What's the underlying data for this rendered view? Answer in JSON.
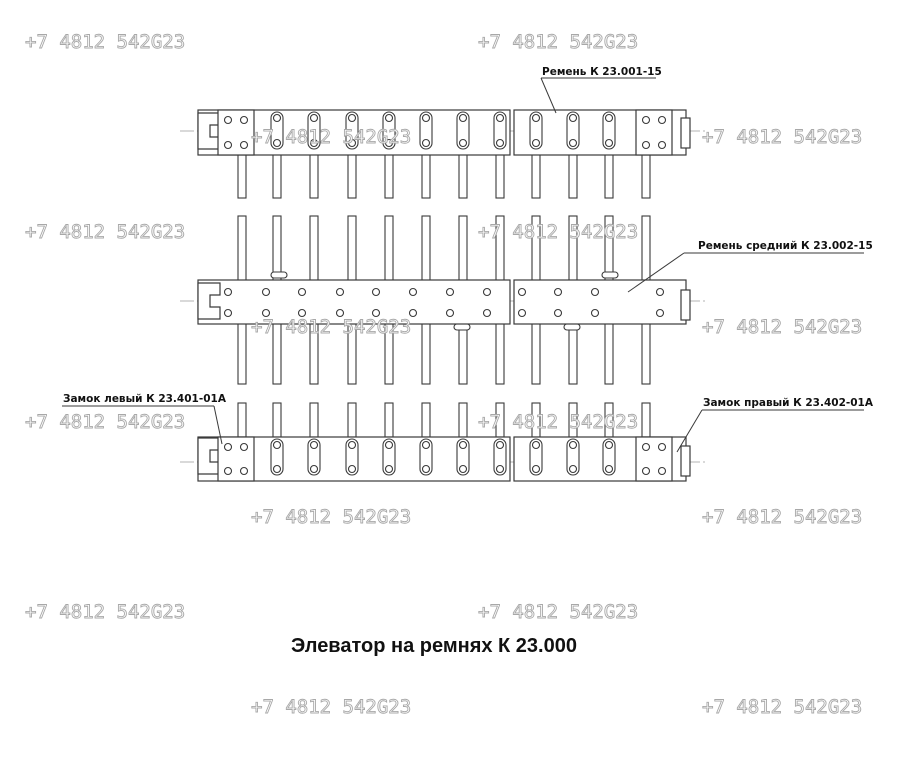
{
  "watermark": {
    "text": "+7 4812 542G23"
  },
  "labels": {
    "belt": "Ремень К 23.001-15",
    "belt_middle": "Ремень средний К 23.002-15",
    "lock_left": "Замок левый К 23.401-01А",
    "lock_right": "Замок правый К 23.402-01А"
  },
  "title": "Элеватор на ремнях К 23.000",
  "colors": {
    "line": "#3a3a3a",
    "watermark": "#a8a8a8",
    "text": "#111111"
  }
}
